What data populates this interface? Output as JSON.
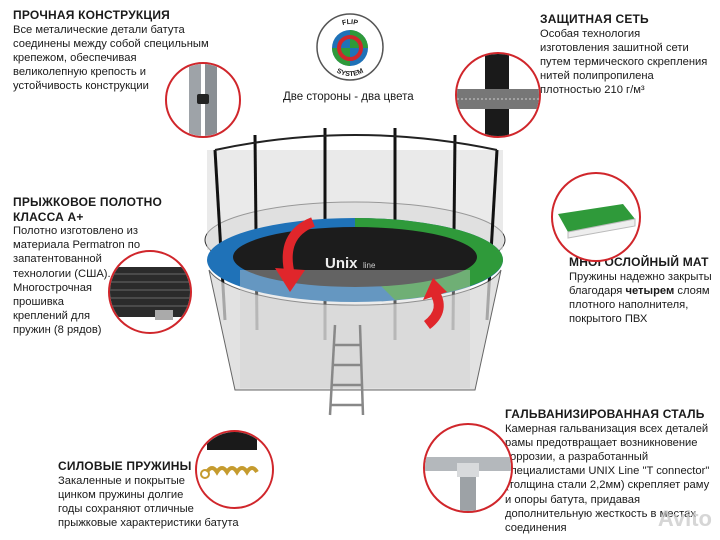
{
  "blocks": {
    "construction": {
      "title": "ПРОЧНАЯ КОНСТРУКЦИЯ",
      "text": "Все металические детали батута\nсоединены между собой специльным\nкрепежом, обеспечивая\nвеликолепную крепость и\nустойчивость конструкции"
    },
    "net": {
      "title": "ЗАЩИТНАЯ СЕТЬ",
      "text": "Особая технология\nизготовления зашитной сети\nпутем термического скрепления\nнитей полипропилена\nплотностью 210 г/м³"
    },
    "mat": {
      "title": "ПРЫЖКОВОЕ ПОЛОТНО\nКЛАССА A+",
      "text": "Полотно изготовлено из\nматериала Permatron по\nзапатентованной\nтехнологии (США).\nМногострочная\nпрошивка\nкреплений для\nпружин (8 рядов)"
    },
    "layers": {
      "title": "МНОГОСЛОЙНЫЙ МАТ",
      "text_before": "Пружины надежно закрыты\nблагодаря ",
      "text_bold": "четырем",
      "text_after": " слоям\nплотного наполнителя,\nпокрытого ПВХ"
    },
    "steel": {
      "title": "ГАЛЬВАНИЗИРОВАННАЯ СТАЛЬ",
      "text": "Камерная гальванизация всех деталей\nрамы предотвращает возникновение\nкоррозии, а разработанный\nспециалистами  UNIX Line \"T connector\"\n(толщина стали 2,2мм) скрепляет раму\nи опоры батута, придавая\nдополнительную жесткость в местах\nсоединения"
    },
    "springs": {
      "title": "СИЛОВЫЕ ПРУЖИНЫ",
      "text": "Закаленные и покрытые\nцинком пружины долгие\nгоды сохраняют отличные\nпрыжковые характеристики батута"
    }
  },
  "flip": {
    "top_text": "FLIP",
    "bottom_text": "SYSTEM",
    "caption": "Две стороны - два цвета"
  },
  "brand": {
    "main": "Unix",
    "sub": "line"
  },
  "watermark": "Avito",
  "colors": {
    "accent_red": "#d0262b",
    "blue": "#1f72b8",
    "green": "#2f9a3a",
    "mat": "#222222"
  }
}
